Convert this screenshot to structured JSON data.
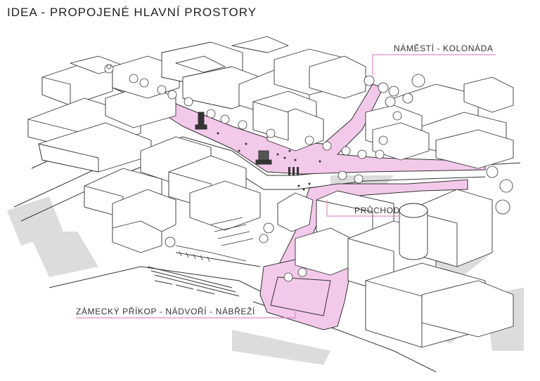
{
  "title": "IDEA - PROPOJENÉ HLAVNÍ PROSTORY",
  "labels": {
    "namesti": "NÁMĚSTÍ - KOLONÁDA",
    "pruchod": "PRŮCHOD",
    "zamecky": "ZÁMECKÝ PŘÍKOP - NÁDVOŘÍ - NÁBŘEŽÍ"
  },
  "colors": {
    "highlight": "#f3c9ea",
    "highlight_line": "#d98cc9",
    "outline": "#333333",
    "shadow": "#d9d9d9",
    "building": "#ffffff"
  }
}
